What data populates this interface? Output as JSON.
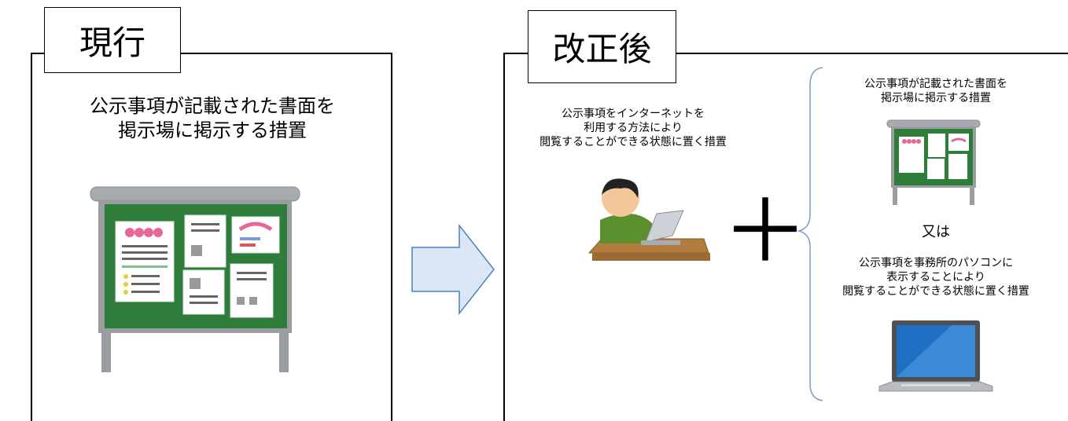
{
  "left_panel": {
    "tab_label": "現行",
    "caption": "公示事項が記載された書面を\n掲示場に掲示する措置"
  },
  "right_panel": {
    "tab_label": "改正後",
    "internet_caption": "公示事項をインターネットを\n利用する方法により\n閲覧することができる状態に置く措置",
    "plus_sign": "＋",
    "board_caption": "公示事項が記載された書面を\n掲示場に掲示する措置",
    "or_text": "又は",
    "pc_caption": "公示事項を事務所のパソコンに\n表示することにより\n閲覧することができる状態に置く措置"
  },
  "colors": {
    "arrow_fill": "#dbe7f5",
    "arrow_stroke": "#4f81bd",
    "board_green": "#2e7d3a",
    "board_frame": "#9a9ea3",
    "laptop_screen": "#1f6fc4",
    "bracket": "#7b9bc7"
  },
  "icons": [
    "bulletin-board-icon",
    "person-at-laptop-icon",
    "laptop-icon",
    "right-arrow-icon",
    "brace-icon"
  ]
}
